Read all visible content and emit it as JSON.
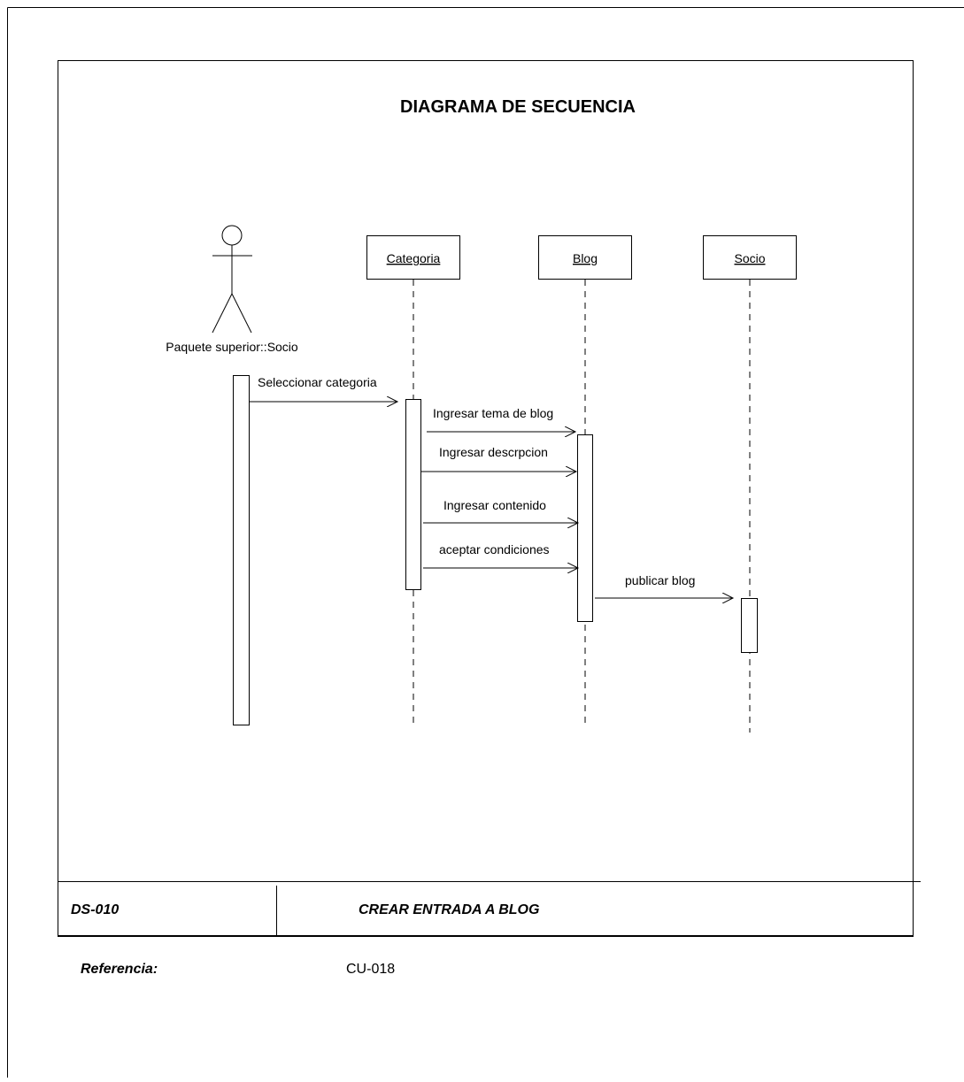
{
  "title": "DIAGRAMA DE SECUENCIA",
  "actor": {
    "name": "Paquete superior::Socio"
  },
  "lifelines": [
    {
      "id": "categoria",
      "label": "Categoria"
    },
    {
      "id": "blog",
      "label": "Blog"
    },
    {
      "id": "socio",
      "label": "Socio"
    }
  ],
  "messages": [
    {
      "from": "actor",
      "to": "categoria",
      "label": "Seleccionar categoria"
    },
    {
      "from": "categoria",
      "to": "blog",
      "label": "Ingresar tema de blog"
    },
    {
      "from": "categoria",
      "to": "blog",
      "label": "Ingresar descrpcion"
    },
    {
      "from": "categoria",
      "to": "blog",
      "label": "Ingresar contenido"
    },
    {
      "from": "categoria",
      "to": "blog",
      "label": "aceptar condiciones"
    },
    {
      "from": "blog",
      "to": "socio",
      "label": "publicar blog"
    }
  ],
  "footer": {
    "code": "DS-010",
    "name": "CREAR ENTRADA A BLOG",
    "reference_label": "Referencia:",
    "reference_value": "CU-018"
  },
  "colors": {
    "line": "#000000",
    "background": "#ffffff"
  }
}
